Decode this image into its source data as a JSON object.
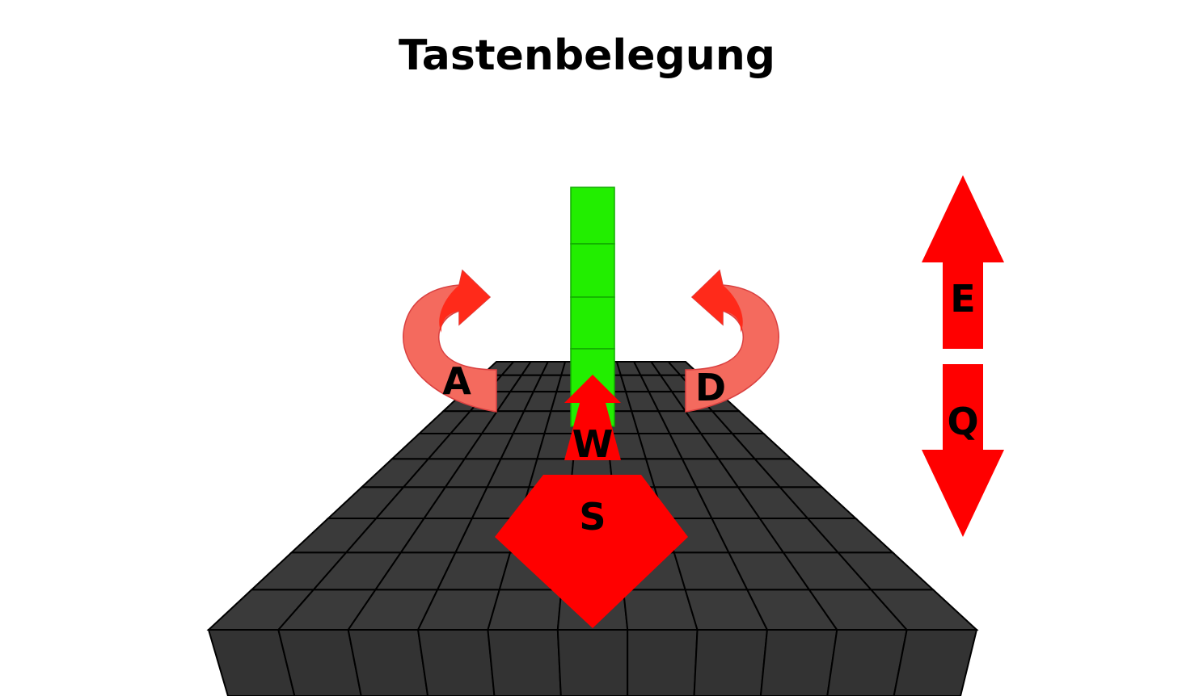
{
  "title": "Tastenbelegung",
  "colors": {
    "arrow": "#ff0000",
    "arrow_curved": "#f46a5e",
    "arrow_curved_dark": "#ff2a1a",
    "block": "#22ee00",
    "block_edge": "#11aa00",
    "floor": "#3a3a3a",
    "floor_edge": "#000000"
  },
  "keys": {
    "rotate_left": "A",
    "rotate_right": "D",
    "forward": "W",
    "back": "S",
    "up": "E",
    "down": "Q"
  }
}
